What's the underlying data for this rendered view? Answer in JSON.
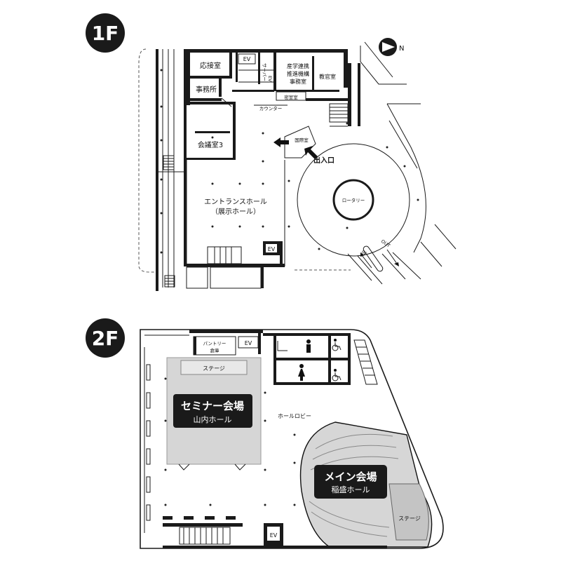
{
  "floor1": {
    "badge": "1F",
    "north_label": "N",
    "rooms": {
      "reception": "応接室",
      "office": "事務所",
      "meeting3": "会議室3",
      "ev": "EV",
      "server": "サーバー",
      "ev_vertical": "EV",
      "industry_line1": "産学連携",
      "industry_line2": "推進機構",
      "industry_line3": "事務室",
      "faculty": "教官室",
      "secret": "密室室",
      "counter": "カウンター",
      "international": "国際室",
      "entrance_hall_line1": "エントランスホール",
      "entrance_hall_line2": "（展示ホール）",
      "ev2": "EV",
      "rotary": "ロータリー",
      "road_in": "IN",
      "road_out": "OUT"
    },
    "entrance_label": "出入口"
  },
  "floor2": {
    "badge": "2F",
    "rooms": {
      "pantry_line1": "パントリー",
      "pantry_line2": "倉庫",
      "ev_top": "EV",
      "ev_bottom": "EV",
      "stage_seminar": "ステージ",
      "stage_main": "ステージ",
      "hall_lobby": "ホールロビー"
    },
    "seminar": {
      "title": "セミナー会場",
      "subtitle": "山内ホール"
    },
    "main_hall": {
      "title": "メイン会場",
      "subtitle": "稲盛ホール"
    }
  }
}
